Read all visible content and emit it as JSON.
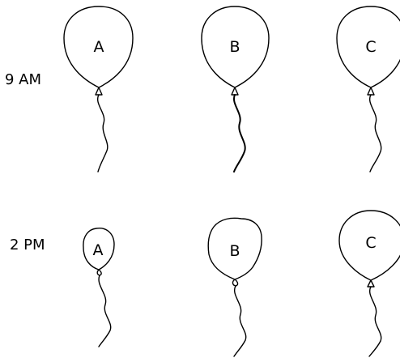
{
  "rows": [
    {
      "label": "9 AM",
      "balloons": [
        {
          "letter": "A"
        },
        {
          "letter": "B"
        },
        {
          "letter": "C"
        }
      ]
    },
    {
      "label": "2 PM",
      "balloons": [
        {
          "letter": "A"
        },
        {
          "letter": "B"
        },
        {
          "letter": "C"
        }
      ]
    }
  ]
}
